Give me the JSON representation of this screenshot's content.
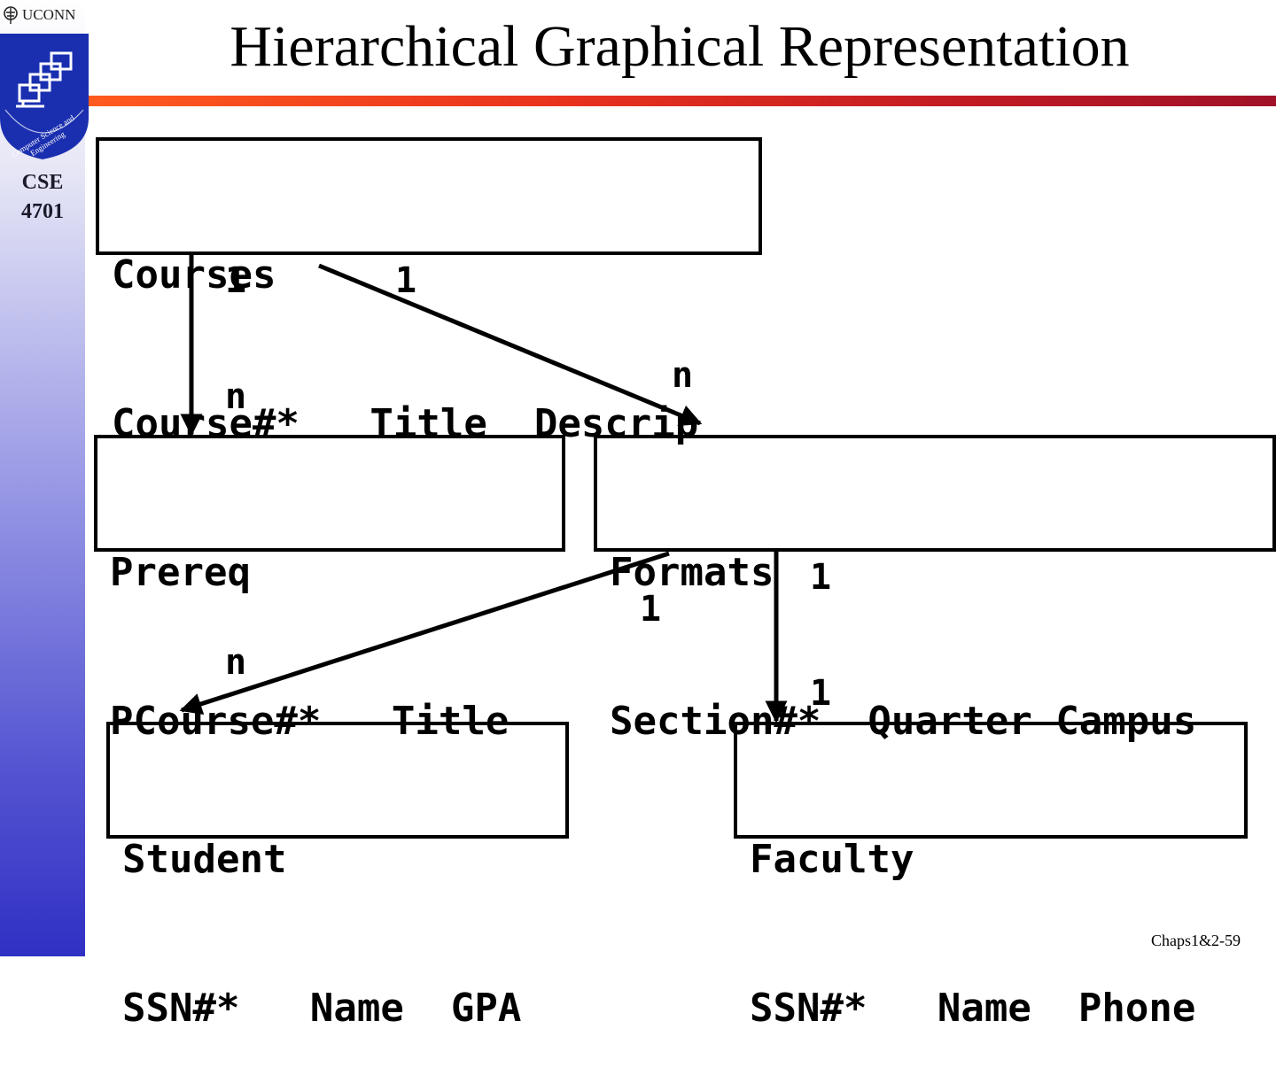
{
  "header": {
    "brand": "UCONN",
    "logo_ring_text": "Computer Science and Engineering",
    "course_line1": "CSE",
    "course_line2": "4701",
    "title": "Hierarchical Graphical Representation"
  },
  "diagram": {
    "boxes": {
      "courses": {
        "name": "Courses",
        "fields": "Course#*   Title  Descrip"
      },
      "prereq": {
        "name": "Prereq",
        "fields": "PCourse#*   Title"
      },
      "formats": {
        "name": "Formats",
        "fields": "Section#*  Quarter Campus"
      },
      "student": {
        "name": "Student",
        "fields": "SSN#*   Name  GPA"
      },
      "faculty": {
        "name": "Faculty",
        "fields": "SSN#*   Name  Phone"
      }
    },
    "cardinalities": {
      "courses_prereq_parent": "1",
      "courses_prereq_child": "n",
      "courses_formats_parent": "1",
      "courses_formats_child": "n",
      "formats_student_parent": "1",
      "formats_student_child": "n",
      "formats_faculty_parent": "1",
      "formats_faculty_child": "1"
    }
  },
  "footer": {
    "page_label": "Chaps1&2-59"
  },
  "colors": {
    "sidebar_top": "#ffffff",
    "sidebar_bottom": "#3030c4",
    "rule_start": "#ff5a1e",
    "rule_end": "#a01228",
    "logo_blue": "#1a2fb0"
  }
}
